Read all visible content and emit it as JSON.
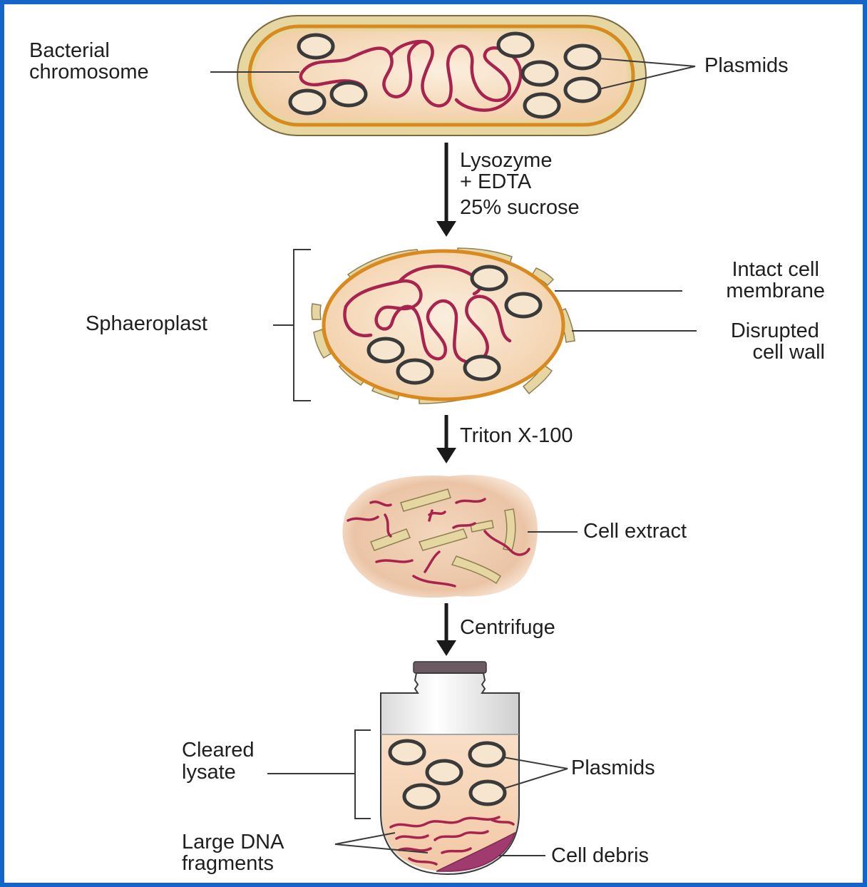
{
  "labels": {
    "bacterial_chromosome": [
      "Bacterial",
      "chromosome"
    ],
    "plasmids_top": "Plasmids",
    "step1": [
      "Lysozyme",
      "+ EDTA",
      "25% sucrose"
    ],
    "sphaeroplast": "Sphaeroplast",
    "intact_membrane": [
      "Intact cell",
      "membrane"
    ],
    "disrupted_wall": [
      "Disrupted",
      "cell wall"
    ],
    "step2": "Triton X-100",
    "cell_extract": "Cell extract",
    "step3": "Centrifuge",
    "cleared_lysate": [
      "Cleared",
      "lysate"
    ],
    "plasmids_bottom": "Plasmids",
    "large_dna": [
      "Large DNA",
      "fragments"
    ],
    "cell_debris": "Cell debris"
  },
  "colors": {
    "frame": "#1565c9",
    "cell_wall": "#e6d6a2",
    "membrane": "#d98a1e",
    "cytoplasm": "#f6dcc0",
    "chromosome": "#a8244e",
    "debris": "#a13a6e"
  }
}
